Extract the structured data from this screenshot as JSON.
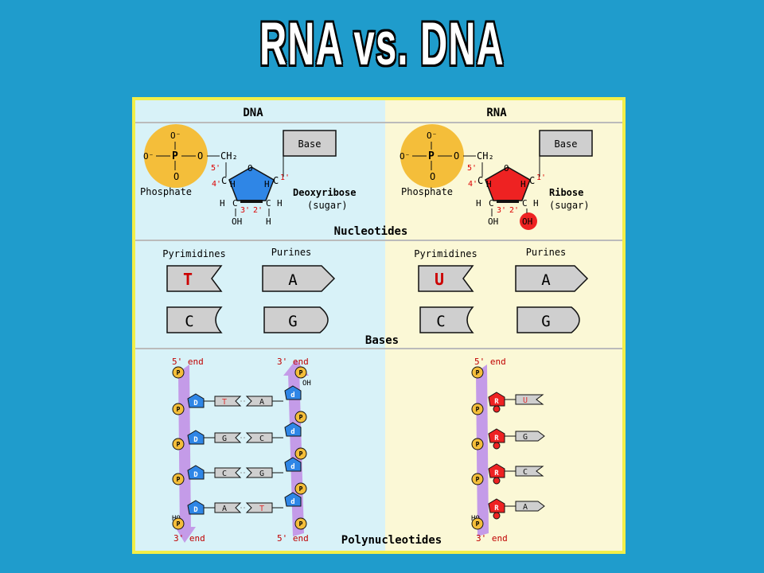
{
  "title": "RNA vs. DNA",
  "columns": {
    "dna": "DNA",
    "rna": "RNA"
  },
  "sections": {
    "nucleotides": "Nucleotides",
    "bases": "Bases",
    "polynucleotides": "Polynucleotides"
  },
  "nucleotide": {
    "base": "Base",
    "phosphate": "Phosphate",
    "dna_sugar": "Deoxyribose",
    "rna_sugar": "Ribose",
    "sugar_note": "(sugar)",
    "o_minus": "O⁻",
    "o": "O",
    "p": "P",
    "ch2": "CH₂",
    "h": "H",
    "c": "C",
    "oh": "OH",
    "pos5": "5'",
    "pos4": "4'",
    "pos3": "3'",
    "pos2": "2'",
    "pos1": "1'"
  },
  "bases": {
    "pyrimidines": "Pyrimidines",
    "purines": "Purines",
    "dna": {
      "pyr1": "T",
      "pur1": "A",
      "pyr2": "C",
      "pur2": "G"
    },
    "rna": {
      "pyr1": "U",
      "pur1": "A",
      "pyr2": "C",
      "pur2": "G"
    }
  },
  "polynucleotides": {
    "end5": "5' end",
    "end3": "3' end",
    "oh": "OH",
    "ho": "HO",
    "p": "P",
    "sugar_dna": "D",
    "sugar_rna": "R",
    "d_small": "d",
    "dna_left": [
      "T",
      "G",
      "C",
      "A"
    ],
    "dna_right": [
      "A",
      "C",
      "G",
      "T"
    ],
    "rna_bases": [
      "U",
      "G",
      "C",
      "A"
    ]
  },
  "colors": {
    "background": "#1f9ccc",
    "dna_panel": "#d8f2f8",
    "rna_panel": "#fbf8d6",
    "phosphate": "#f4be3a",
    "deoxyribose": "#2f86e6",
    "ribose": "#ee2222",
    "backbone": "#c49be8",
    "frame": "#f2ee48"
  }
}
